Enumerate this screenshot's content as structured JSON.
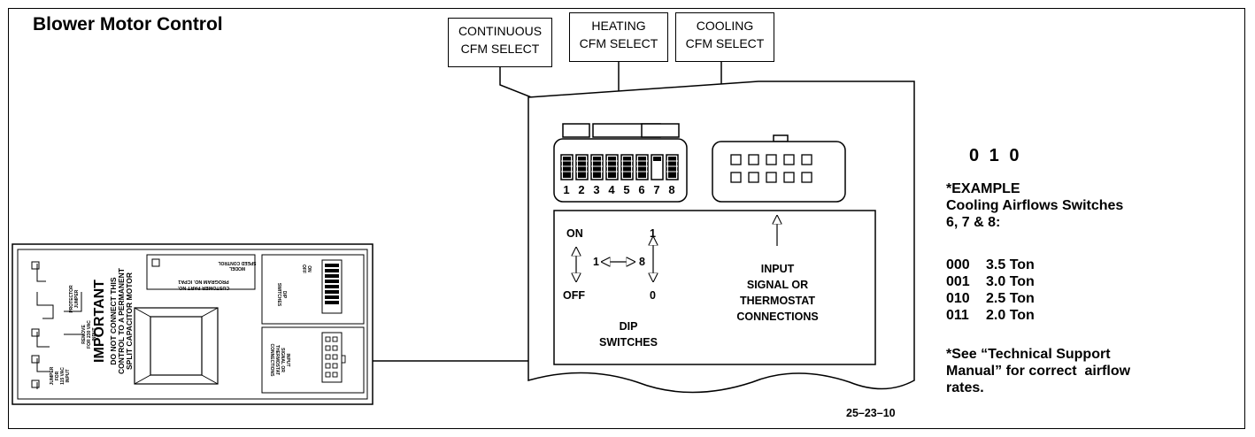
{
  "title": "Blower Motor Control",
  "select_boxes": [
    {
      "line1": "CONTINUOUS",
      "line2": "CFM SELECT"
    },
    {
      "line1": "HEATING",
      "line2": "CFM SELECT"
    },
    {
      "line1": "COOLING",
      "line2": "CFM SELECT"
    }
  ],
  "dip_numbers": [
    "1",
    "2",
    "3",
    "4",
    "5",
    "6",
    "7",
    "8"
  ],
  "legend": {
    "on": "ON",
    "off": "OFF",
    "one": "1",
    "zero": "0",
    "range_start": "1",
    "range_end": "8",
    "dip_line1": "DIP",
    "dip_line2": "SWITCHES",
    "input_line1": "INPUT",
    "input_line2": "SIGNAL OR",
    "input_line3": "THERMOSTAT",
    "input_line4": "CONNECTIONS"
  },
  "small_board": {
    "important": "IMPORTANT",
    "warn1": "DO NOT CONNECT THIS",
    "warn2": "CONTROL TO A PERMANENT",
    "warn3": "SPLIT CAPACITOR MOTOR",
    "program": "PROGRAM NO. ICPA1",
    "customer": "CUSTOMER PART NO.",
    "speed": "SPEED CONTROL",
    "model": "MODEL",
    "on": "ON",
    "off": "OFF",
    "dip": "DIP",
    "switches": "SWITCHES",
    "input": "INPUT",
    "signal": "SIGNAL OR",
    "thermostat": "THERMOSTAT",
    "connections": "CONNECTIONS",
    "protector": "PROTECTOR",
    "jumper": "JUMPER",
    "remove": "REMOVE",
    "for230": "FOR 230 VAC",
    "input_vac": "INPUT",
    "jumper2": "JUMPER",
    "for115": "FOR",
    "vac115": "115 VAC",
    "input2": "INPUT"
  },
  "example": {
    "code": "0 1 0",
    "line1": "*EXAMPLE",
    "line2": "Cooling Airflows Switches",
    "line3": "6, 7 & 8:",
    "rows": [
      {
        "code": "000",
        "value": "3.5 Ton"
      },
      {
        "code": "001",
        "value": "3.0 Ton"
      },
      {
        "code": "010",
        "value": "2.5 Ton"
      },
      {
        "code": "011",
        "value": "2.0 Ton"
      }
    ],
    "note1": "*See “Technical Support",
    "note2": "Manual” for correct  airflow",
    "note3": "rates."
  },
  "figure_id": "25–23–10"
}
